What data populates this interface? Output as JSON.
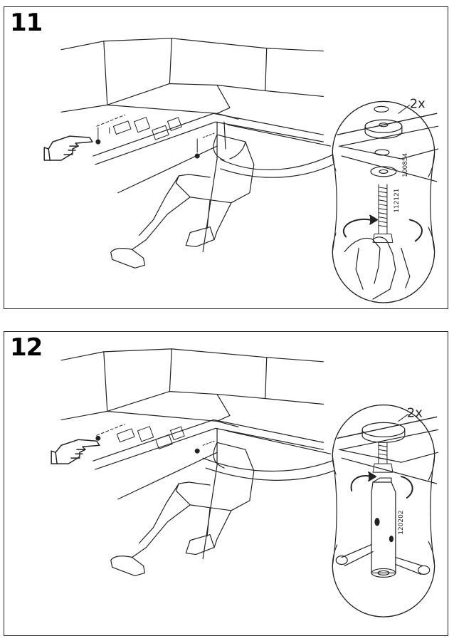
{
  "steps": [
    {
      "number": "11",
      "quantity": "2x",
      "part_codes": [
        "100854",
        "112121"
      ]
    },
    {
      "number": "12",
      "quantity": "2x",
      "part_codes": [
        "120202"
      ]
    }
  ],
  "icons": {
    "pointing_hand": "pointing-hand-icon",
    "rotate_arrow": "rotate-clockwise-icon"
  }
}
